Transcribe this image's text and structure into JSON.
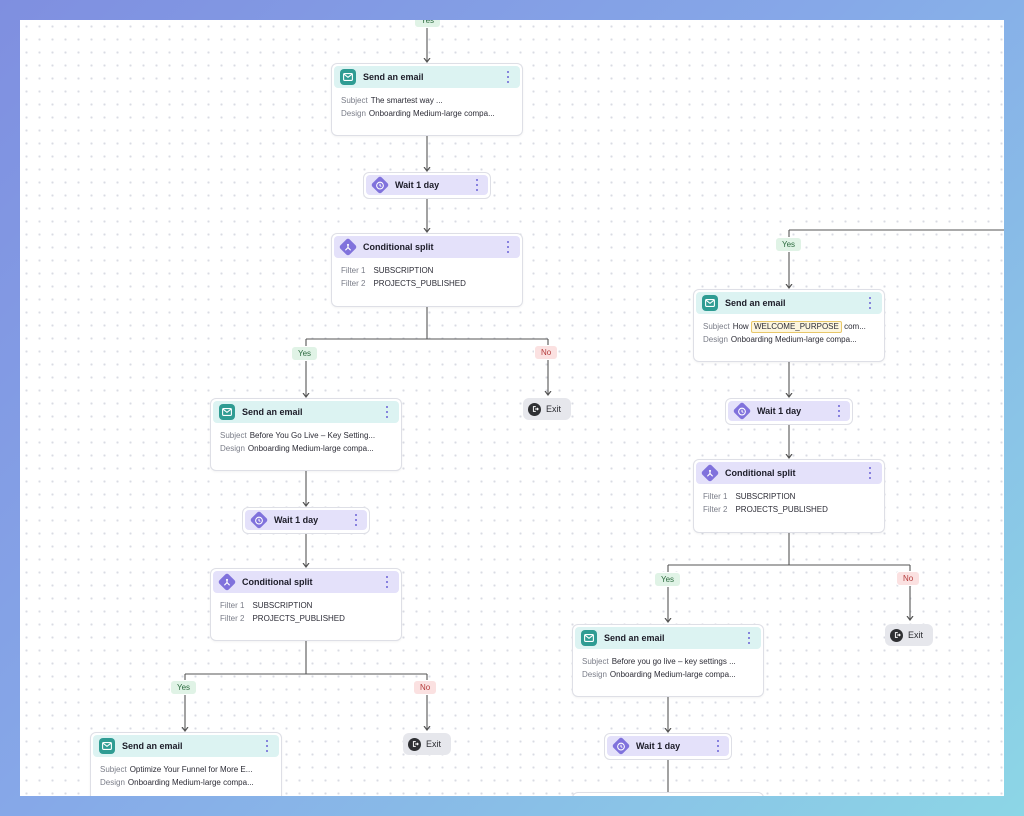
{
  "labels": {
    "send_email": "Send an email",
    "wait": "Wait 1 day",
    "split": "Conditional split",
    "yes": "Yes",
    "no": "No",
    "exit": "Exit",
    "subject": "Subject",
    "design": "Design",
    "filter1": "Filter 1",
    "filter2": "Filter 2"
  },
  "filters": {
    "f1": "SUBSCRIPTION",
    "f2": "PROJECTS_PUBLISHED"
  },
  "emails": {
    "e1": {
      "subject": "The smartest way ...",
      "design": "Onboarding Medium-large compa..."
    },
    "e2": {
      "subject": "Before You Go Live – Key Setting...",
      "design": "Onboarding Medium-large compa..."
    },
    "e3": {
      "subject": "Optimize Your Funnel for More E...",
      "design": "Onboarding Medium-large compa..."
    },
    "e4": {
      "subject_pre": "How",
      "token": "WELCOME_PURPOSE",
      "subject_post": "com...",
      "design": "Onboarding Medium-large compa..."
    },
    "e5": {
      "subject": "Before you go live – key settings ...",
      "design": "Onboarding Medium-large compa..."
    }
  },
  "colors": {
    "email_accent": "#2f9c93",
    "split_accent": "#8072dc",
    "yes_badge": "#e0f3e6",
    "no_badge": "#fbe1e1"
  },
  "icons": {
    "email": "envelope-icon",
    "wait": "clock-icon",
    "split": "branch-icon",
    "exit": "exit-icon",
    "menu": "kebab-menu-icon"
  }
}
